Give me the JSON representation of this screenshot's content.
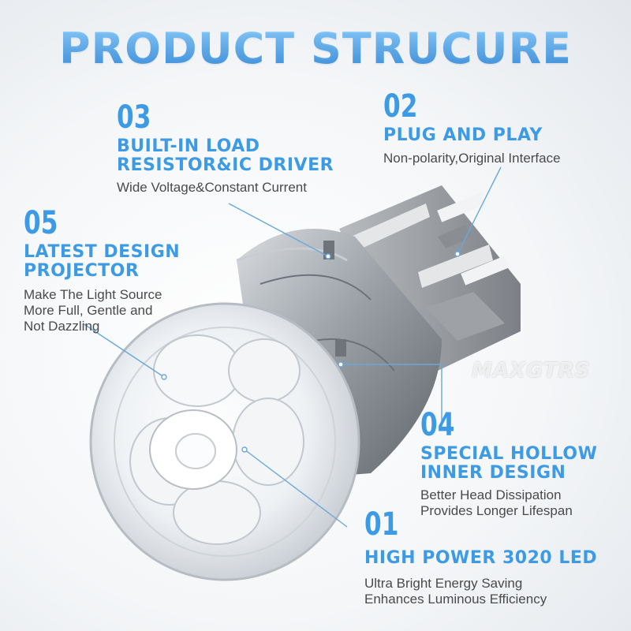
{
  "title": "PRODUCT STRUCURE",
  "features": [
    {
      "number": "01",
      "heading": "HIGH POWER 3020 LED",
      "lines": [
        "Ultra Bright Energy Saving",
        "Enhances Luminous Efficiency"
      ]
    },
    {
      "number": "02",
      "heading": "PLUG AND PLAY",
      "lines": [
        "Non-polarity,Original Interface"
      ]
    },
    {
      "number": "03",
      "heading_lines": [
        "BUILT-IN LOAD",
        "RESISTOR&IC DRIVER"
      ],
      "lines": [
        "Wide Voltage&Constant Current"
      ]
    },
    {
      "number": "04",
      "heading_lines": [
        "SPECIAL HOLLOW",
        "INNER DESIGN"
      ],
      "lines": [
        "Better Head Dissipation",
        "Provides Longer Lifespan"
      ]
    },
    {
      "number": "05",
      "heading_lines": [
        "LATEST DESIGN",
        "PROJECTOR"
      ],
      "lines": [
        "Make The Light Source",
        "More Full, Gentle and",
        "Not Dazzling"
      ]
    }
  ],
  "watermark": "MAXGTRS",
  "colors": {
    "accent": "#3d9be6",
    "text": "#4a4a4a",
    "callout_line": "#6aa8d8"
  }
}
